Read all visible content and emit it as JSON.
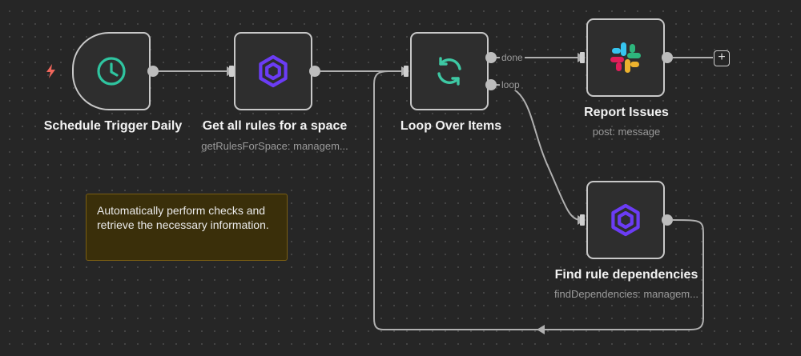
{
  "canvas": {
    "add_button_label": "+"
  },
  "nodes": {
    "schedule": {
      "title": "Schedule Trigger Daily",
      "subtitle": "",
      "icon": "clock-icon",
      "color": "#2fc5a0"
    },
    "get_rules": {
      "title": "Get all rules for a space",
      "subtitle": "getRulesForSpace: managem...",
      "icon": "hexagon-icon",
      "color": "#6b3cf5"
    },
    "loop": {
      "title": "Loop Over Items",
      "subtitle": "",
      "icon": "refresh-icon",
      "color": "#3ec9a4"
    },
    "report": {
      "title": "Report Issues",
      "subtitle": "post: message",
      "icon": "slack-icon"
    },
    "find_deps": {
      "title": "Find rule dependencies",
      "subtitle": "findDependencies: managem...",
      "icon": "hexagon-icon",
      "color": "#6b3cf5"
    }
  },
  "edge_labels": {
    "done": "done",
    "loop": "loop"
  },
  "sticky_note": {
    "text": "Automatically perform checks and retrieve the necessary information."
  },
  "colors": {
    "trigger_bolt": "#f0665b",
    "sticky_bg": "#3a2f0a",
    "sticky_border": "#7a5e12"
  }
}
